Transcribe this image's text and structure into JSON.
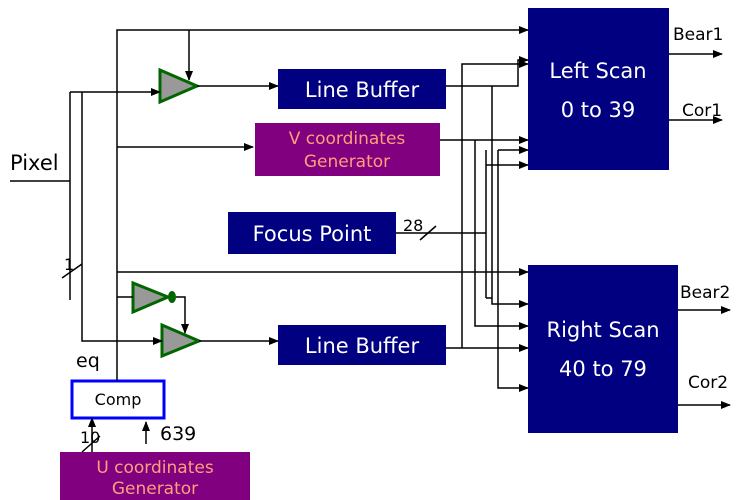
{
  "labels": {
    "pixel": "Pixel",
    "eq": "eq",
    "one": "1",
    "twenty_eight": "28",
    "ten": "10",
    "six_three_nine": "639",
    "bear1": "Bear1",
    "cor1": "Cor1",
    "bear2": "Bear2",
    "cor2": "Cor2"
  },
  "blocks": {
    "left_scan": {
      "line1": "Left Scan",
      "line2": "0 to 39"
    },
    "right_scan": {
      "line1": "Right Scan",
      "line2": "40 to 79"
    },
    "line_buffer_top": "Line Buffer",
    "line_buffer_bottom": "Line Buffer",
    "v_gen": {
      "line1": "V coordinates",
      "line2": "Generator"
    },
    "u_gen": {
      "line1": "U coordinates",
      "line2": "Generator"
    },
    "focus_point": "Focus Point",
    "comp": "Comp"
  },
  "colors": {
    "block_navy": "#000080",
    "generator_purple": "#800080",
    "generator_text": "#ff9f7a",
    "gate_fill": "#999999",
    "gate_stroke": "#006600",
    "comp_border": "#0000ff"
  }
}
